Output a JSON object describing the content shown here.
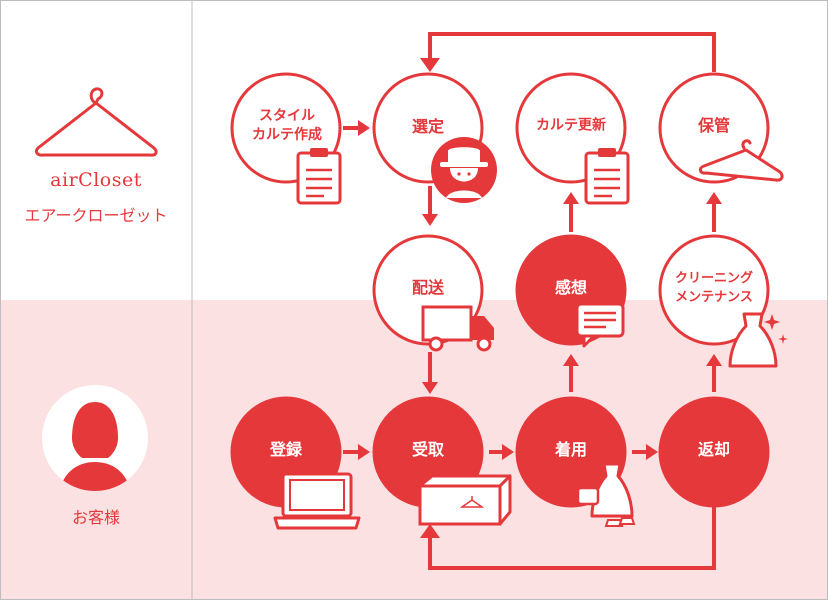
{
  "brand": {
    "logo_text": "airCloset",
    "name": "エアークローゼット",
    "color_red": "#e5383b",
    "color_pink": "#fbe1e2"
  },
  "customer": {
    "label": "お客様"
  },
  "steps": {
    "style_karte": {
      "label": "スタイル\nカルテ作成",
      "icon": "clipboard-icon"
    },
    "selection": {
      "label": "選定",
      "icon": "stylist-hat-icon"
    },
    "karte_update": {
      "label": "カルテ更新",
      "icon": "clipboard-icon"
    },
    "storage": {
      "label": "保管",
      "icon": "hanger-icon"
    },
    "delivery": {
      "label": "配送",
      "icon": "truck-icon"
    },
    "feedback": {
      "label": "感想",
      "icon": "speech-bubble-icon"
    },
    "cleaning": {
      "label": "クリーニング\nメンテナンス",
      "icon": "dress-sparkle-icon"
    },
    "register": {
      "label": "登録",
      "icon": "laptop-icon"
    },
    "receive": {
      "label": "受取",
      "icon": "box-icon"
    },
    "wear": {
      "label": "着用",
      "icon": "dress-bag-icon"
    },
    "return": {
      "label": "返却"
    }
  }
}
